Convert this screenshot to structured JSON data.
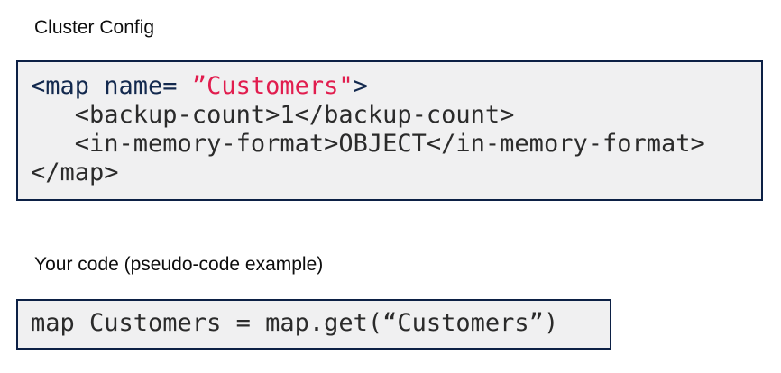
{
  "colors": {
    "navy": "#13294e",
    "border_navy": "#0c2045",
    "red": "#e11d4e",
    "code_text": "#2b2b2b",
    "code_bg": "#f0f0f1",
    "heading_text": "#0c0c0c",
    "page_bg": "#ffffff"
  },
  "cluster_config": {
    "heading": "Cluster Config",
    "code_lines": [
      {
        "segments": [
          {
            "text": "<map name= ",
            "color": "navy"
          },
          {
            "text": "”Customers\"",
            "color": "red"
          },
          {
            "text": ">",
            "color": "navy"
          }
        ]
      },
      {
        "segments": [
          {
            "text": "   <backup-count>1</backup-count>",
            "color": "code"
          }
        ]
      },
      {
        "segments": [
          {
            "text": "   <in-memory-format>OBJECT</in-memory-format>",
            "color": "code"
          }
        ]
      },
      {
        "segments": [
          {
            "text": "</map>",
            "color": "code"
          }
        ]
      }
    ]
  },
  "your_code": {
    "heading": "Your code (pseudo-code example)",
    "code_line": "map Customers = map.get(“Customers”)"
  }
}
